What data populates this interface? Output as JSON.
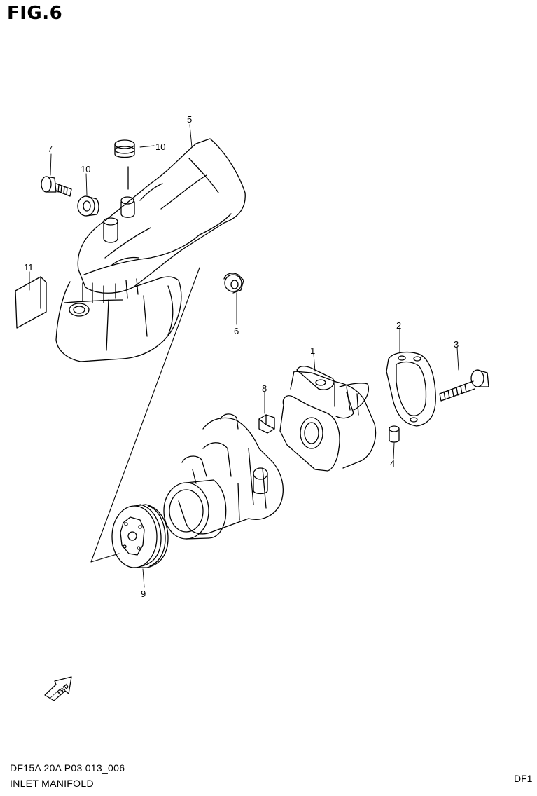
{
  "figure": {
    "title": "FIG.6"
  },
  "callouts": {
    "c1": "1",
    "c2": "2",
    "c3": "3",
    "c4": "4",
    "c5": "5",
    "c6": "6",
    "c7": "7",
    "c8": "8",
    "c9": "9",
    "c10a": "10",
    "c10b": "10",
    "c11": "11"
  },
  "fwd_badge": "FWD",
  "footer": {
    "code": "DF15A 20A  P03  013_006",
    "title": "INLET MANIFOLD",
    "corner": "DF1"
  }
}
